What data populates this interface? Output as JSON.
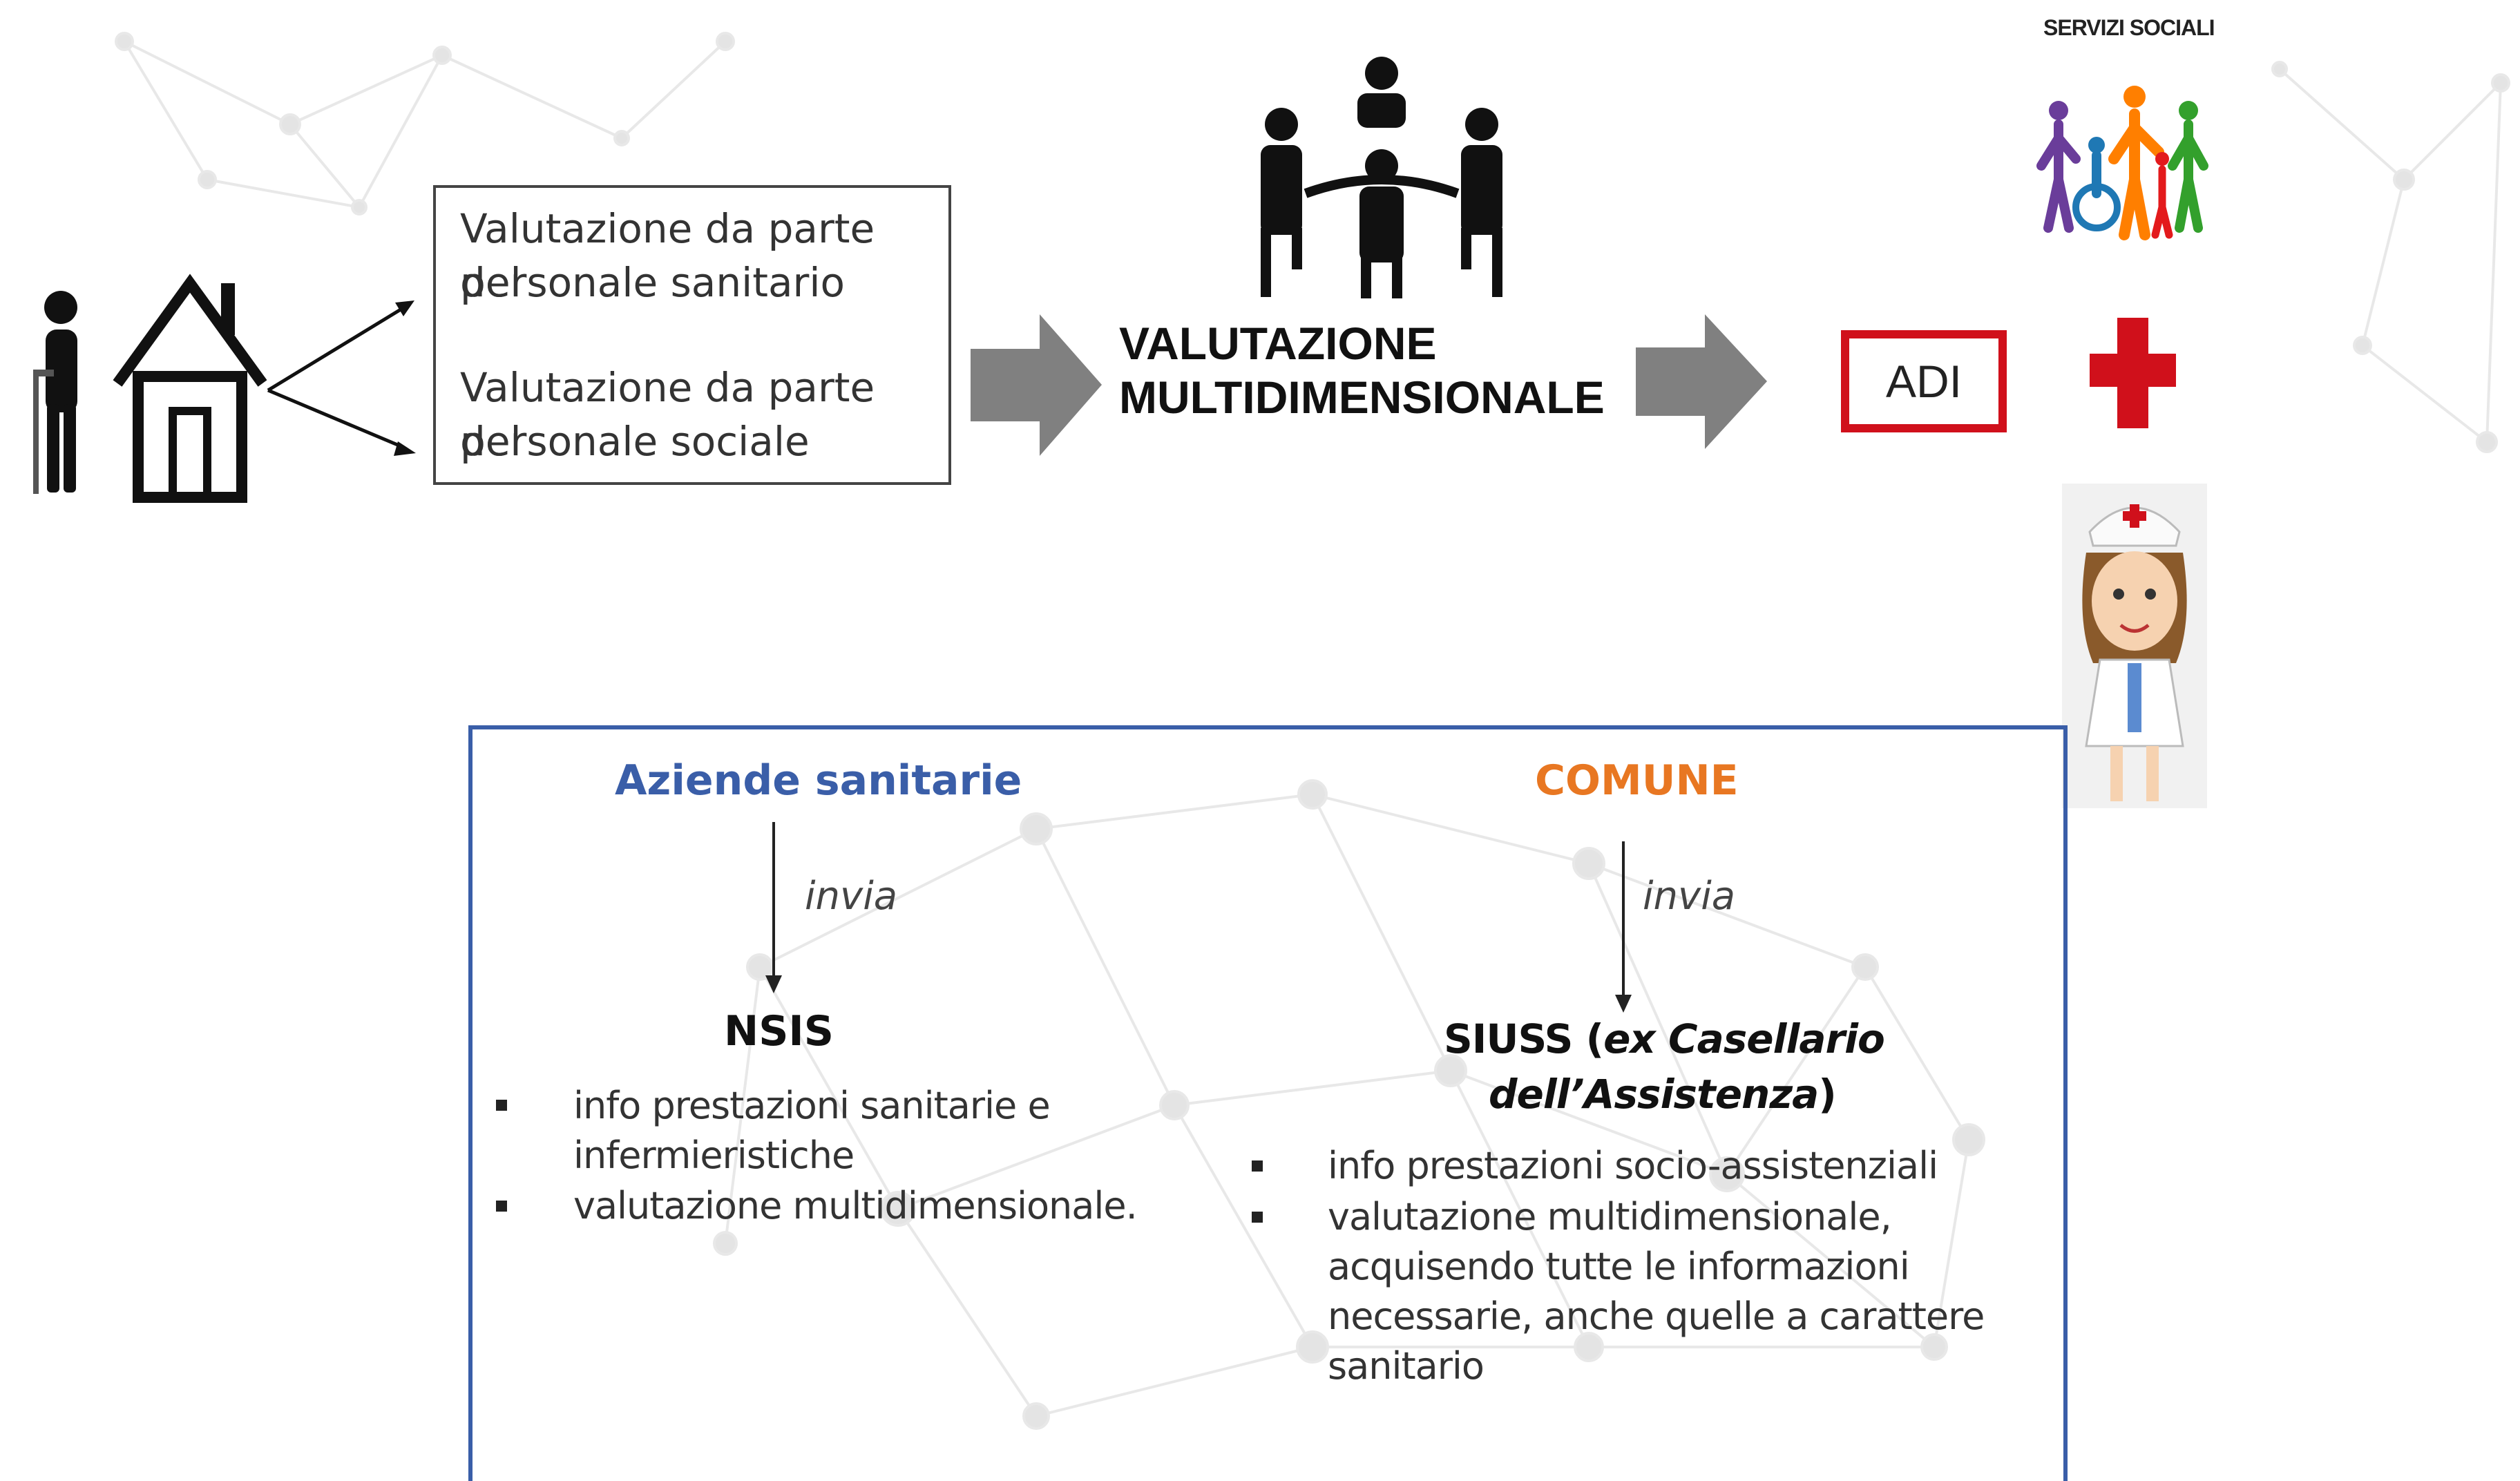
{
  "flow": {
    "assessment_box": {
      "line1": "Valutazione da parte del",
      "line2": "personale sanitario",
      "line3": "Valutazione da parte del",
      "line4": "personale sociale"
    },
    "valutazione_title": {
      "line1": "VALUTAZIONE",
      "line2": "MULTIDIMENSIONALE"
    },
    "adi_label": "ADI",
    "servizi_sociali": "SERVIZI SOCIALI"
  },
  "info_box": {
    "left": {
      "header": "Aziende sanitarie",
      "arrow_label": "invia",
      "target": "NSIS",
      "bullets": [
        {
          "line1": "info prestazioni sanitarie e",
          "line2": "infermieristiche"
        },
        {
          "line1": "valutazione multidimensionale."
        }
      ]
    },
    "right": {
      "header": "COMUNE",
      "arrow_label": "invia",
      "target_prefix": "SIUSS (",
      "target_italic1": "ex Casellario",
      "target_italic2": "dell’Assistenza",
      "target_suffix": ")",
      "bullets": [
        {
          "line1": "info prestazioni socio-assistenziali"
        },
        {
          "line1": "valutazione multidimensionale,",
          "line2": "acquisendo tutte le informazioni",
          "line3": "necessarie, anche quelle a carattere",
          "line4": "sanitario"
        }
      ]
    }
  },
  "colors": {
    "blue_header": "#3a5ea8",
    "orange_header": "#e87722",
    "red": "#d0101b",
    "arrow_gray": "#808080",
    "box_border_blue": "#3a5ea8"
  }
}
